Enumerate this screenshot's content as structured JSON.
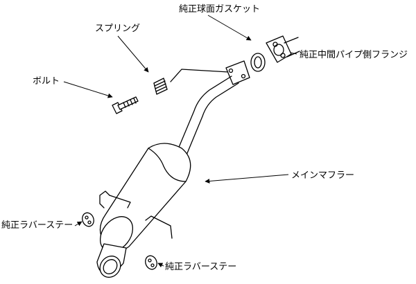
{
  "labels": {
    "gasket": "純正球面ガスケット",
    "spring": "スプリング",
    "flange": "純正中間パイプ側フランジ",
    "bolt": "ボルト",
    "main_muffler": "メインマフラー",
    "rubber_stay_left": "純正ラバーステー",
    "rubber_stay_right": "純正ラバーステー"
  }
}
